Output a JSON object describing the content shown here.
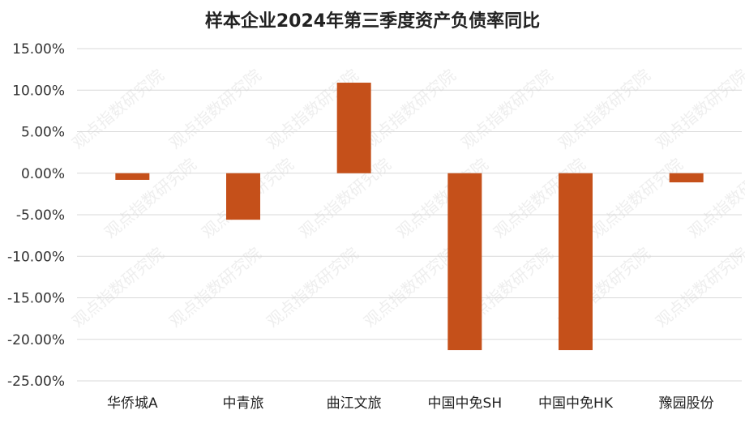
{
  "chart_data": {
    "type": "bar",
    "title": "样本企业2024年第三季度资产负债率同比",
    "xlabel": "",
    "ylabel": "",
    "categories": [
      "华侨城A",
      "中青旅",
      "曲江文旅",
      "中国中免SH",
      "中国中免HK",
      "豫园股份"
    ],
    "values": [
      -0.8,
      -5.6,
      10.9,
      -21.3,
      -21.3,
      -1.1
    ],
    "ylim": [
      -25,
      15
    ],
    "yticks": [
      "15.00%",
      "10.00%",
      "5.00%",
      "0.00%",
      "-5.00%",
      "-10.00%",
      "-15.00%",
      "-20.00%",
      "-25.00%"
    ],
    "grid": true,
    "bar_color": "#C5501A",
    "grid_color": "#D9D9D9"
  },
  "watermark": "观点指数研究院"
}
